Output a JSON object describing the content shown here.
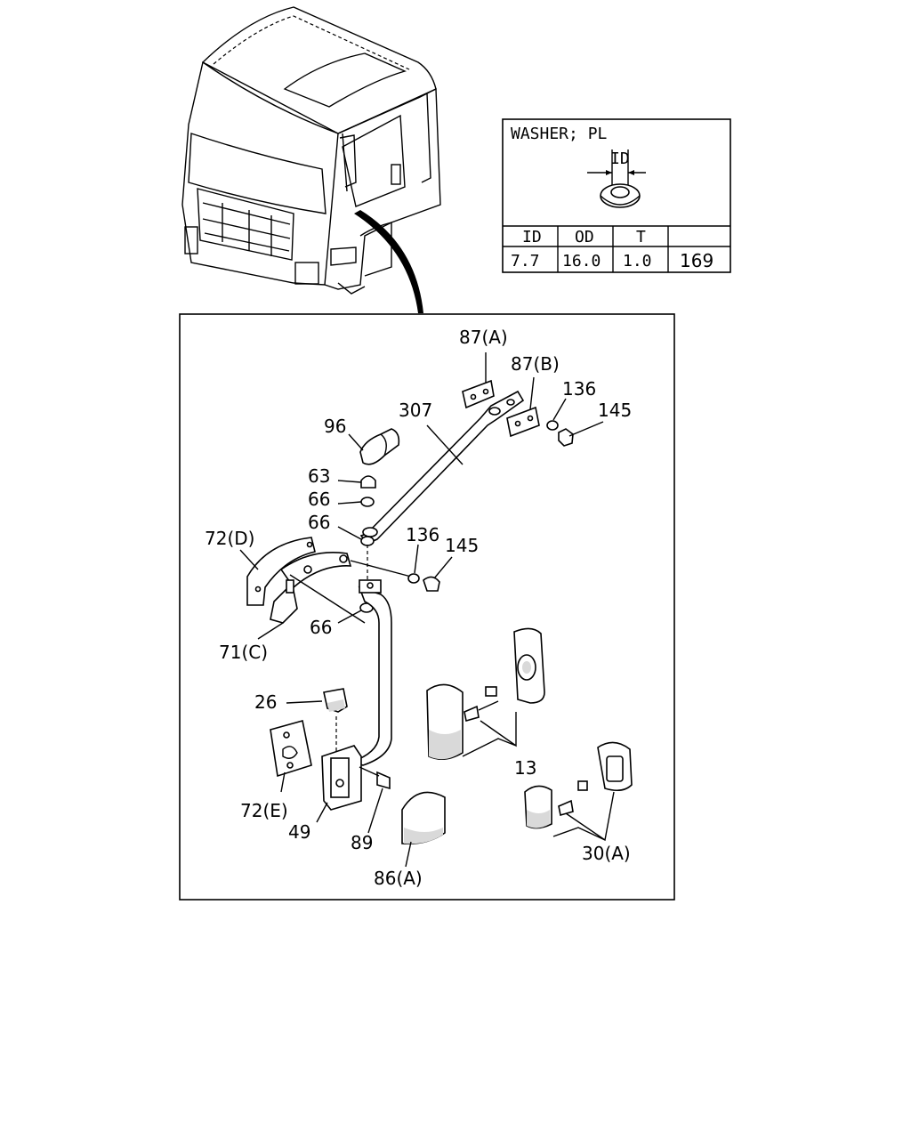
{
  "washer_box": {
    "title": "WASHER; PL",
    "dim_label": "ID",
    "headers": [
      "ID",
      "OD",
      "T",
      ""
    ],
    "values": [
      "7.7",
      "16.0",
      "1.0",
      "169"
    ]
  },
  "callouts": [
    {
      "id": "c87a",
      "text": "87(A)"
    },
    {
      "id": "c87b",
      "text": "87(B)"
    },
    {
      "id": "c307",
      "text": "307"
    },
    {
      "id": "c136a",
      "text": "136"
    },
    {
      "id": "c145a",
      "text": "145"
    },
    {
      "id": "c96",
      "text": "96"
    },
    {
      "id": "c63",
      "text": "63"
    },
    {
      "id": "c66a",
      "text": "66"
    },
    {
      "id": "c66b",
      "text": "66"
    },
    {
      "id": "c72d",
      "text": "72(D)"
    },
    {
      "id": "c136b",
      "text": "136"
    },
    {
      "id": "c145b",
      "text": "145"
    },
    {
      "id": "c71c",
      "text": "71(C)"
    },
    {
      "id": "c66c",
      "text": "66"
    },
    {
      "id": "c26",
      "text": "26"
    },
    {
      "id": "c13",
      "text": "13"
    },
    {
      "id": "c72e",
      "text": "72(E)"
    },
    {
      "id": "c49",
      "text": "49"
    },
    {
      "id": "c89",
      "text": "89"
    },
    {
      "id": "c86a",
      "text": "86(A)"
    },
    {
      "id": "c30a",
      "text": "30(A)"
    }
  ]
}
